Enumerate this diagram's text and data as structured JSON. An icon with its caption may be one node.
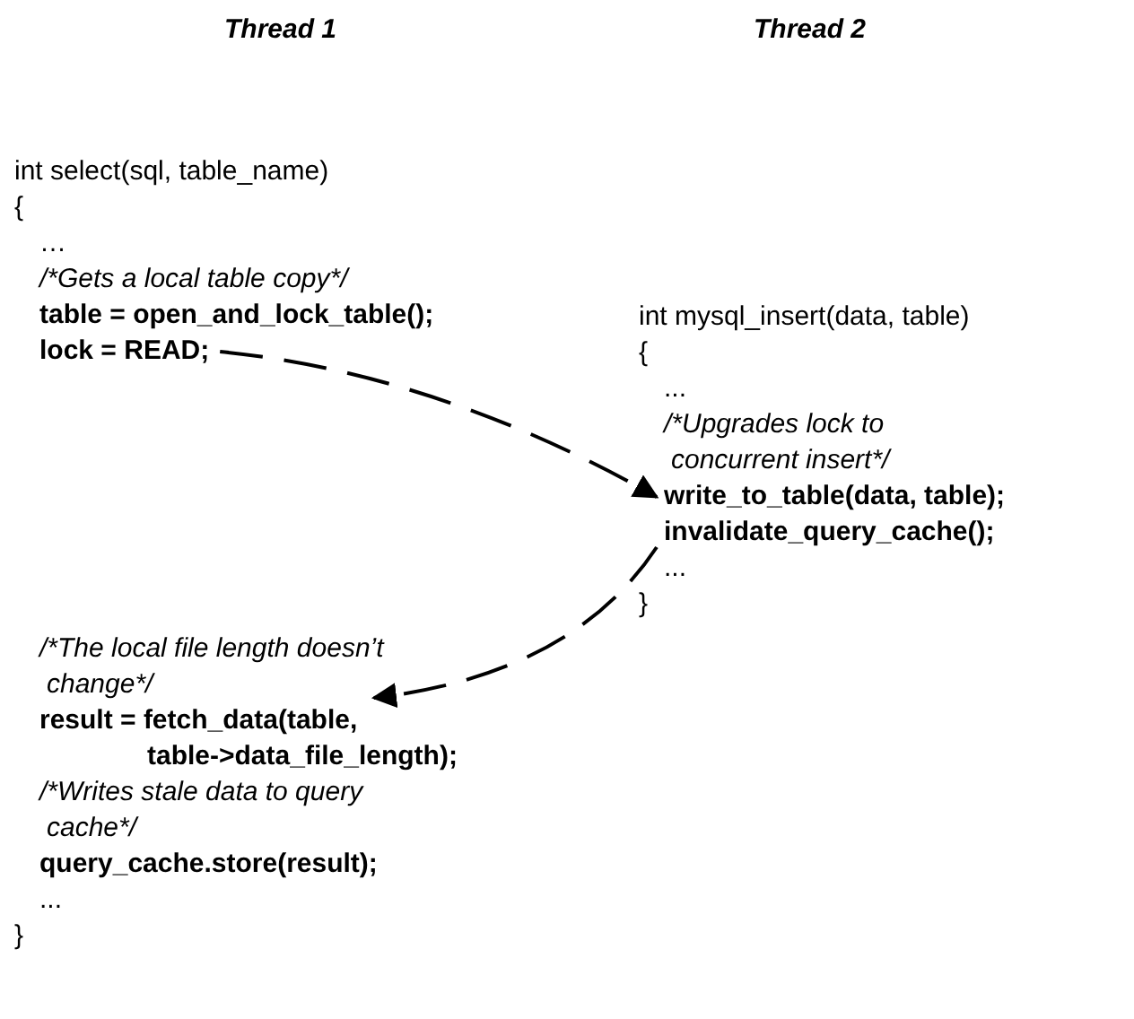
{
  "diagram": {
    "nodes": [
      {
        "text": [
          "int select(sql, table_name)",
          "{",
          "…",
          "/*Gets a local table copy*/",
          "table = open_and_lock_table();"
        ]
      },
      {
        "text": [
          "lock = READ;"
        ]
      },
      {
        "text": [
          "int mysql_insert(data, table)",
          "{",
          "...",
          "/*Upgrades lock to concurrent insert*/"
        ]
      },
      {
        "text": [
          "write_to_table(data, table);"
        ]
      },
      {
        "text": [
          "invalidate_query_cache();"
        ]
      },
      {
        "text": [
          "...",
          "}"
        ]
      },
      {
        "text": [
          "/*The local file length doesn’t change*/"
        ]
      },
      {
        "text": [
          "result = fetch_data(table, table->data_file_length);"
        ]
      },
      {
        "text": [
          "/*Writes stale data to query cache*/",
          "query_cache.store(result);",
          "...",
          "}"
        ]
      }
    ],
    "edges": [
      {
        "from": 1,
        "to": 3,
        "arrow": "to",
        "style": "dashed"
      },
      {
        "from": 4,
        "to": 7,
        "arrow": "to",
        "style": "dashed"
      }
    ],
    "labels": [
      "Thread 1",
      "Thread 2"
    ]
  }
}
